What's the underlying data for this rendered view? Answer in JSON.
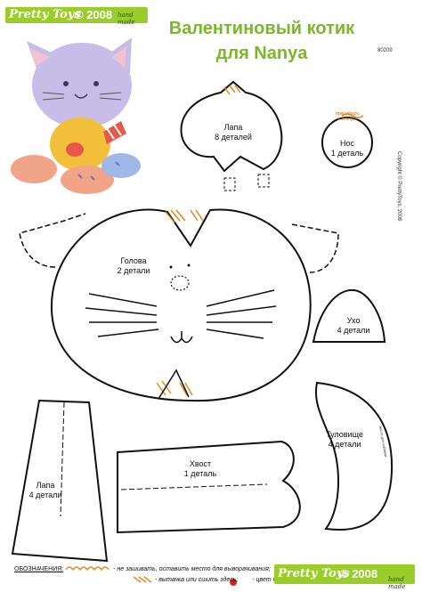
{
  "brand": {
    "logo_text": "Pretty Toys",
    "copyright_year": "© 2008",
    "handmade": "hand made"
  },
  "title": {
    "line1": "Валентиновый котик",
    "line2": "для Nanya"
  },
  "article_number": "80209",
  "copyright": "Copyright © PrettyToys, 2008",
  "colors": {
    "accent": "#9acc2a",
    "title_green": "#7ab82a",
    "tack_orange": "#e08a1e",
    "legend_red": "#d8231a"
  },
  "pieces": {
    "paw_top": {
      "name": "Лапа",
      "count": "8 деталей"
    },
    "nose": {
      "name": "Нос",
      "count": "1 деталь",
      "note_line1": "присобрать",
      "note_line2": "и стянуть"
    },
    "head": {
      "name": "Голова",
      "count": "2 детали"
    },
    "ear": {
      "name": "Ухо",
      "count": "4 детали"
    },
    "body": {
      "name": "Туловище",
      "count": "4 детали"
    },
    "tail": {
      "name": "Хвост",
      "count": "1 деталь"
    },
    "paw_bottom": {
      "name": "Лапа",
      "count": "4 детали"
    },
    "body_side_note": "место для набивки"
  },
  "legend": {
    "heading": "ОБОЗНАЧЕНИЯ:",
    "item1": "- не зашивать, оставить место для выворачивания;",
    "item2": "- вытачка или сшить здесь;",
    "item3": "- цвет материала."
  }
}
